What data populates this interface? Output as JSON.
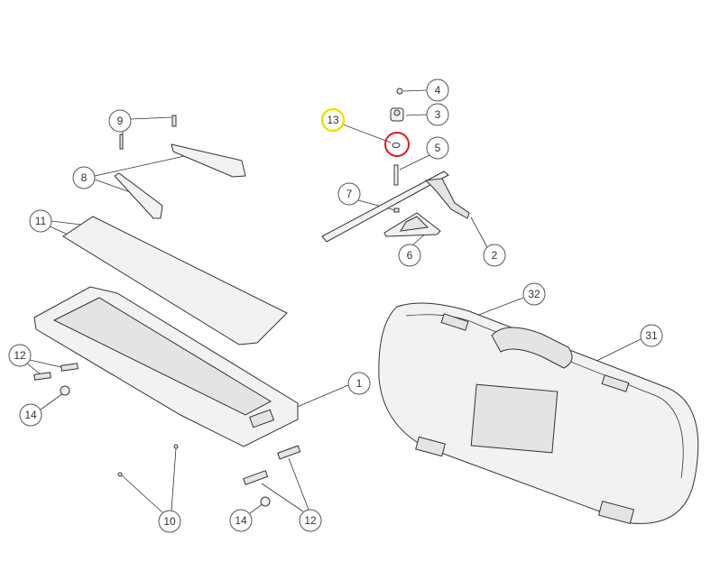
{
  "diagram": {
    "callouts": [
      {
        "id": "c4",
        "label": "4"
      },
      {
        "id": "c3",
        "label": "3"
      },
      {
        "id": "c13",
        "label": "13",
        "highlight": "#f0e000"
      },
      {
        "id": "c5",
        "label": "5"
      },
      {
        "id": "c7",
        "label": "7"
      },
      {
        "id": "c6",
        "label": "6"
      },
      {
        "id": "c2",
        "label": "2"
      },
      {
        "id": "c9",
        "label": "9"
      },
      {
        "id": "c8",
        "label": "8"
      },
      {
        "id": "c11",
        "label": "11"
      },
      {
        "id": "c1",
        "label": "1"
      },
      {
        "id": "c12a",
        "label": "12"
      },
      {
        "id": "c14a",
        "label": "14"
      },
      {
        "id": "c10",
        "label": "10"
      },
      {
        "id": "c14b",
        "label": "14"
      },
      {
        "id": "c12b",
        "label": "12"
      },
      {
        "id": "c32",
        "label": "32"
      },
      {
        "id": "c31",
        "label": "31"
      }
    ],
    "colors": {
      "highlight_ring": "#e8151b",
      "callout_13_ring": "#f0e000"
    }
  }
}
